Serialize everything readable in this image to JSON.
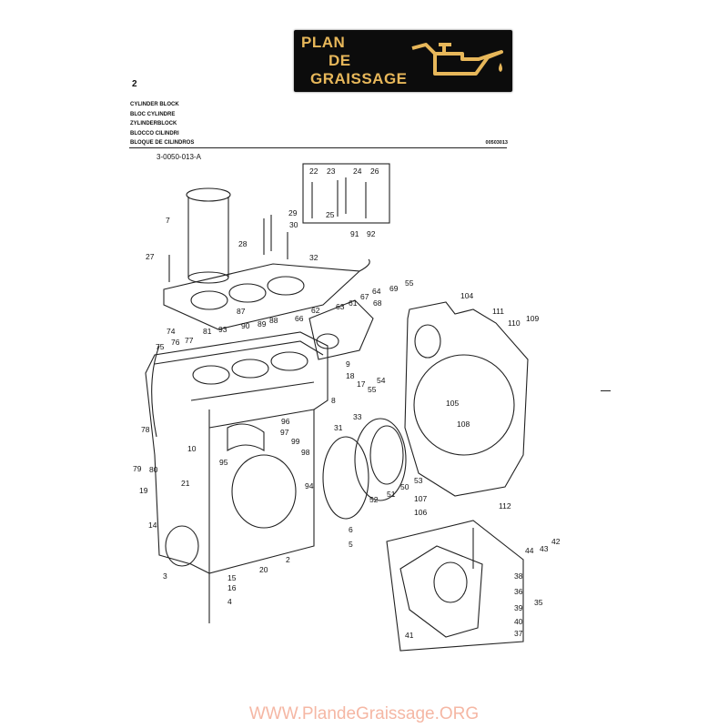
{
  "logo": {
    "line1": "PLAN",
    "line2": "DE",
    "line3": "GRAISSAGE",
    "icon": "oil-can-icon",
    "bg": "#0c0c0c",
    "fg": "#e7b75a"
  },
  "header": {
    "page_number": "2",
    "titles": [
      "CYLINDER BLOCK",
      "BLOC CYLINDRE",
      "ZYLINDERBLOCK",
      "BLOCCO CILINDRI",
      "BLOQUE DE CILINDROS"
    ],
    "reference": "00503013",
    "figure_code": "3-0050-013-A"
  },
  "callouts": [
    "22",
    "23",
    "24",
    "26",
    "25",
    "7",
    "29",
    "28",
    "30",
    "91",
    "92",
    "27",
    "32",
    "55",
    "69",
    "67",
    "64",
    "104",
    "63",
    "61",
    "68",
    "62",
    "66",
    "87",
    "111",
    "110",
    "109",
    "74",
    "90",
    "89",
    "88",
    "93",
    "81",
    "75",
    "76",
    "77",
    "9",
    "18",
    "17",
    "54",
    "55",
    "8",
    "105",
    "33",
    "96",
    "108",
    "31",
    "78",
    "10",
    "97",
    "99",
    "98",
    "95",
    "79",
    "80",
    "53",
    "21",
    "94",
    "50",
    "51",
    "52",
    "107",
    "106",
    "112",
    "19",
    "14",
    "6",
    "5",
    "2",
    "42",
    "43",
    "44",
    "38",
    "36",
    "35",
    "39",
    "40",
    "37",
    "41",
    "3",
    "15",
    "16",
    "20",
    "4"
  ],
  "footer": {
    "url": "WWW.PlandeGraissage.ORG",
    "color": "#f5b7a4"
  }
}
